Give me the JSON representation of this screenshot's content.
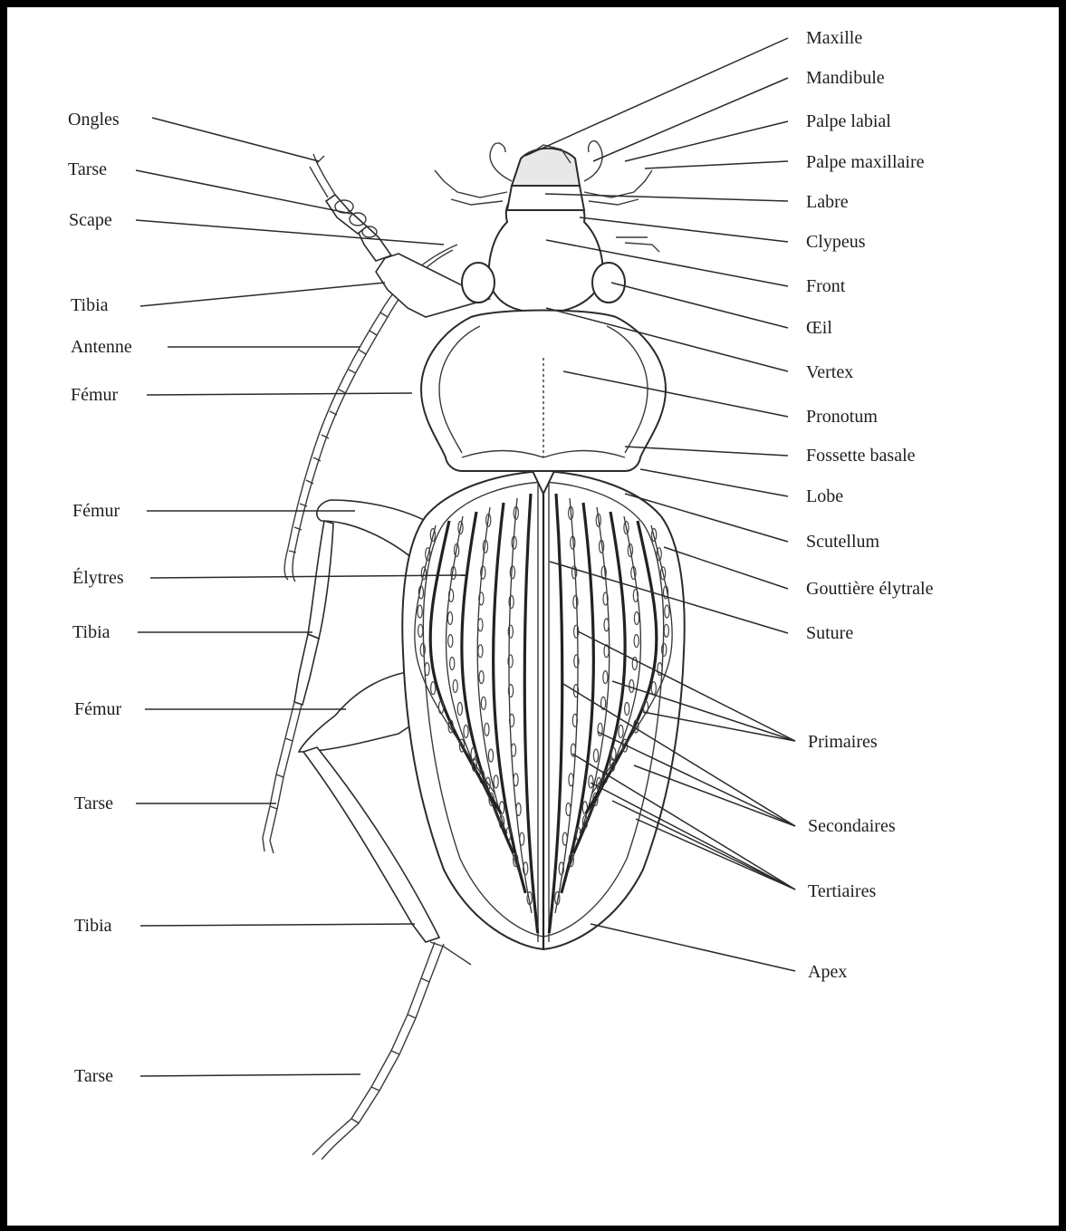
{
  "colors": {
    "frame": "#000000",
    "ink": "#1e1e1e",
    "background": "#ffffff"
  },
  "labels_left": {
    "ongles": "Ongles",
    "tarse_antenna": "Tarse",
    "scape": "Scape",
    "tibia_front": "Tibia",
    "antenne": "Antenne",
    "femur_front": "Fémur",
    "femur_mid": "Fémur",
    "elytres": "Élytres",
    "tibia_mid": "Tibia",
    "femur_hind": "Fémur",
    "tarse_mid": "Tarse",
    "tibia_hind": "Tibia",
    "tarse_hind": "Tarse"
  },
  "labels_right": {
    "maxille": "Maxille",
    "mandibule": "Mandibule",
    "palpe_labial": "Palpe labial",
    "palpe_maxillaire": "Palpe maxillaire",
    "labre": "Labre",
    "clypeus": "Clypeus",
    "front": "Front",
    "oeil": "Œil",
    "vertex": "Vertex",
    "pronotum": "Pronotum",
    "fossette_basale": "Fossette basale",
    "lobe": "Lobe",
    "scutellum": "Scutellum",
    "gouttiere_elytrale": "Gouttière élytrale",
    "suture": "Suture",
    "primaires": "Primaires",
    "secondaires": "Secondaires",
    "tertiaires": "Tertiaires",
    "apex": "Apex"
  }
}
